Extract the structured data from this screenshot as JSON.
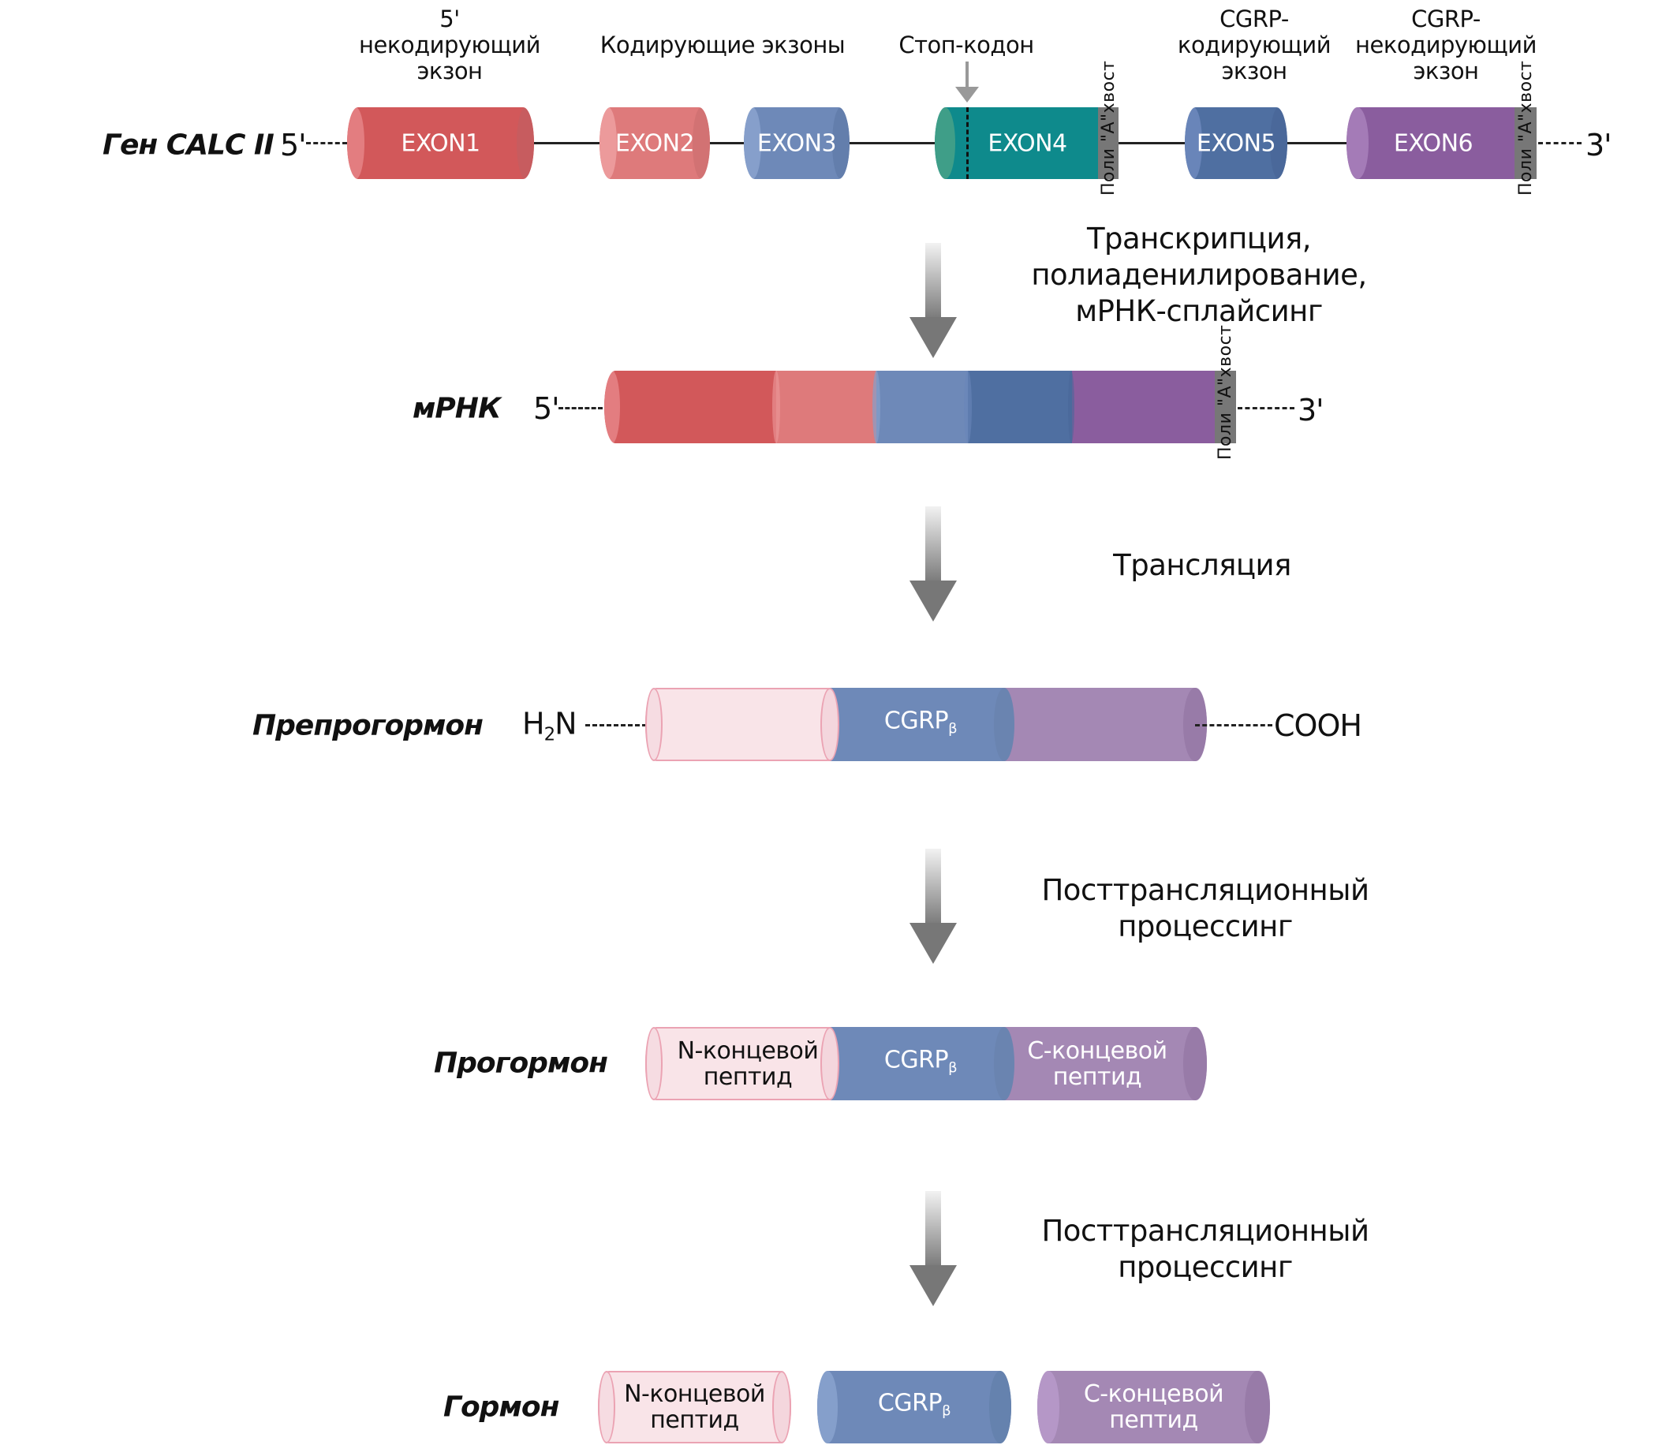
{
  "gene": {
    "label": "Ген CALC II",
    "five_prime": "5'",
    "three_prime": "3'",
    "annotations": {
      "noncoding5": [
        "5'",
        "некодирующий",
        "экзон"
      ],
      "coding": [
        "Кодирующие экзоны"
      ],
      "stop_codon": [
        "Стоп-кодон"
      ],
      "cgrp_coding": [
        "CGRP-",
        "кодирующий",
        "экзон"
      ],
      "cgrp_noncoding": [
        "CGRP-",
        "некодирующий",
        "экзон"
      ]
    },
    "exons": [
      {
        "label": "EXON1",
        "color": "#D2585A",
        "cap": "#E37D80",
        "end": "#C75C5F"
      },
      {
        "label": "EXON2",
        "color": "#DE7A7B",
        "cap": "#EC9A9B",
        "end": "#D27273"
      },
      {
        "label": "EXON3",
        "color": "#6E89B8",
        "cap": "#869FCB",
        "end": "#637EAC"
      },
      {
        "label": "EXON4",
        "color": "#0E8A8C",
        "cap": "#3F9E88",
        "end": "#0E8A8C"
      },
      {
        "label": "EXON5",
        "color": "#4F6FA1",
        "cap": "#6985B9",
        "end": "#4A689A"
      },
      {
        "label": "EXON6",
        "color": "#8A5D9E",
        "cap": "#A47BB7",
        "end": "#845A97"
      }
    ],
    "poly_a_tail": "Поли \"А\"хвост"
  },
  "steps": [
    {
      "lines": [
        "Транскрипция,",
        "полиаденилирование,",
        "мРНК-сплайсинг"
      ]
    },
    {
      "lines": [
        "Трансляция"
      ]
    },
    {
      "lines": [
        "Посттрансляционный",
        "процессинг"
      ]
    },
    {
      "lines": [
        "Посттрансляционный",
        "процессинг"
      ]
    }
  ],
  "mrna": {
    "label": "мРНК",
    "five_prime": "5'",
    "three_prime": "3'",
    "poly_a_tail": "Поли \"А\"хвост",
    "segments": [
      {
        "name": "exon1",
        "color": "#D2585A"
      },
      {
        "name": "exon2",
        "color": "#DE7A7B"
      },
      {
        "name": "exon3",
        "color": "#6E89B8"
      },
      {
        "name": "exon5",
        "color": "#4F6FA1"
      },
      {
        "name": "exon6",
        "color": "#8A5D9E"
      }
    ]
  },
  "preprohormone": {
    "label": "Препрогормон",
    "n_term": "H",
    "n_term_sub": "2",
    "n_term_tail": "N",
    "c_term": "COOH",
    "cgrp": "CGRP",
    "cgrp_sub": "β"
  },
  "prohormone": {
    "label": "Прогормон",
    "n_peptide": [
      "N-концевой",
      "пептид"
    ],
    "cgrp": "CGRP",
    "cgrp_sub": "β",
    "c_peptide": [
      "С-концевой",
      "пептид"
    ]
  },
  "hormone": {
    "label": "Гормон",
    "n_peptide": [
      "N-концевой",
      "пептид"
    ],
    "cgrp": "CGRP",
    "cgrp_sub": "β",
    "c_peptide": [
      "С-концевой",
      "пептид"
    ]
  },
  "colors": {
    "pink": "#F9E4E8",
    "pink_border": "#EBA3B3",
    "blue": "#6E89B8",
    "purple": "#A488B4",
    "poly_a": "#777777"
  }
}
